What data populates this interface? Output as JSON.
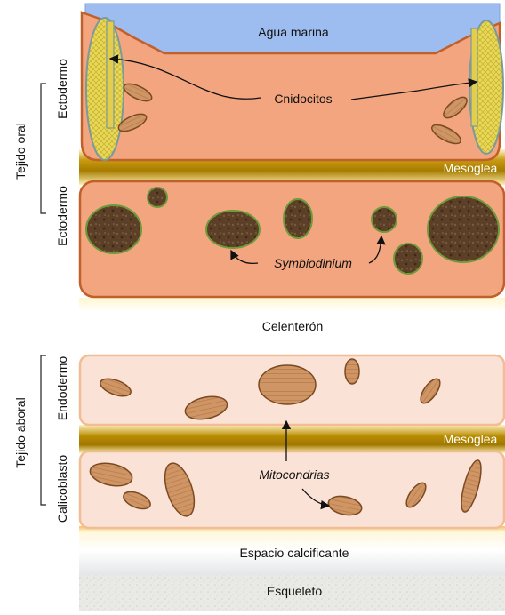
{
  "labels": {
    "agua_marina": "Agua marina",
    "cnidocitos": "Cnidocitos",
    "mesoglea_top": "Mesoglea",
    "symbiodinium": "Symbiodinium",
    "celenteron": "Celenterón",
    "mesoglea_bottom": "Mesoglea",
    "mitocondrias": "Mitocondrias",
    "espacio_calcificante": "Espacio calcificante",
    "esqueleto": "Esqueleto"
  },
  "side_labels": {
    "tejido_oral": "Tejido oral",
    "tejido_aboral": "Tejido aboral",
    "ectodermo_1": "Ectodermo",
    "ectodermo_2": "Ectodermo",
    "endodermo": "Endodermo",
    "calicoblasto": "Calicoblasto"
  },
  "colors": {
    "sea": "#8fb3ea",
    "ectoderm": "#f2a57e",
    "ectoderm_border": "#c9622c",
    "mesoglea": "#b78a00",
    "aboral": "#fbe2d6",
    "aboral_border": "#f0c09f",
    "symbiont": "#5a3b24",
    "symbiont_border": "#6f9a3a",
    "mito": "#c98e5d",
    "mito_border": "#7a4a22",
    "cnidocyte": "#e8d64a",
    "skeleton": "#e8e8e6"
  }
}
